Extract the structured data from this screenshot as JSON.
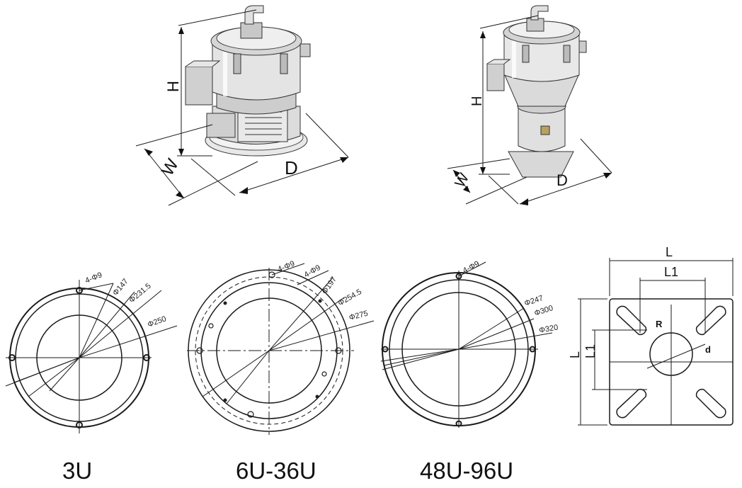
{
  "machines": {
    "left": {
      "height_label": "H",
      "width_label": "W",
      "depth_label": "D"
    },
    "right": {
      "height_label": "H",
      "width_label": "W",
      "depth_label": "D"
    }
  },
  "flanges": {
    "u3": {
      "caption": "3U",
      "labels": [
        "4-Φ9",
        "Φ147",
        "Φ231.5",
        "Φ250"
      ]
    },
    "u6": {
      "caption": "6U-36U",
      "labels": [
        "4-Φ9",
        "4-Φ9",
        "Φ197",
        "Φ254.5",
        "Φ275"
      ]
    },
    "u48": {
      "caption": "48U-96U",
      "labels": [
        "4-Φ9",
        "Φ247",
        "Φ300",
        "Φ320"
      ]
    }
  },
  "base_plate": {
    "outer_label": "L",
    "inner_label": "L1",
    "side_outer": "L",
    "side_inner": "L1",
    "radius_label": "R",
    "diameter_label": "d"
  }
}
